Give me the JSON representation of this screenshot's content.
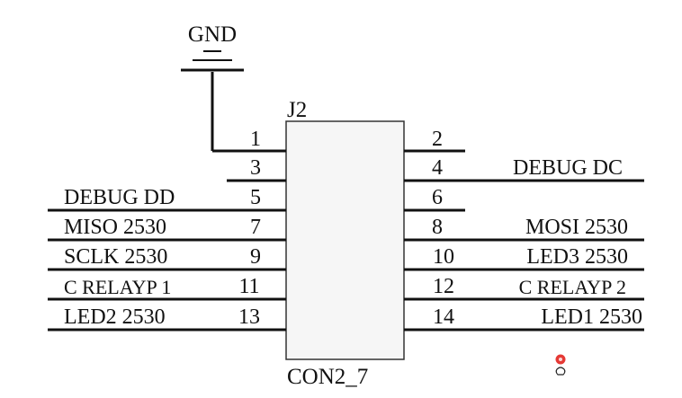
{
  "power": {
    "label": "GND"
  },
  "connector": {
    "refdes": "J2",
    "value": "CON2_7",
    "body_fill": "#f6f6f6"
  },
  "left_pins": [
    {
      "num": "1",
      "net": ""
    },
    {
      "num": "3",
      "net": ""
    },
    {
      "num": "5",
      "net": "DEBUG DD"
    },
    {
      "num": "7",
      "net": "MISO 2530"
    },
    {
      "num": "9",
      "net": "SCLK 2530"
    },
    {
      "num": "11",
      "net": "C RELAYP 1"
    },
    {
      "num": "13",
      "net": "LED2 2530"
    }
  ],
  "right_pins": [
    {
      "num": "2",
      "net": ""
    },
    {
      "num": "4",
      "net": "DEBUG DC"
    },
    {
      "num": "6",
      "net": ""
    },
    {
      "num": "8",
      "net": "MOSI 2530"
    },
    {
      "num": "10",
      "net": "LED3 2530"
    },
    {
      "num": "12",
      "net": "C RELAYP 2"
    },
    {
      "num": "14",
      "net": "LED1 2530"
    }
  ],
  "cursor": {
    "icon": "busy-cursor-icon",
    "dot_color": "#e53935"
  }
}
